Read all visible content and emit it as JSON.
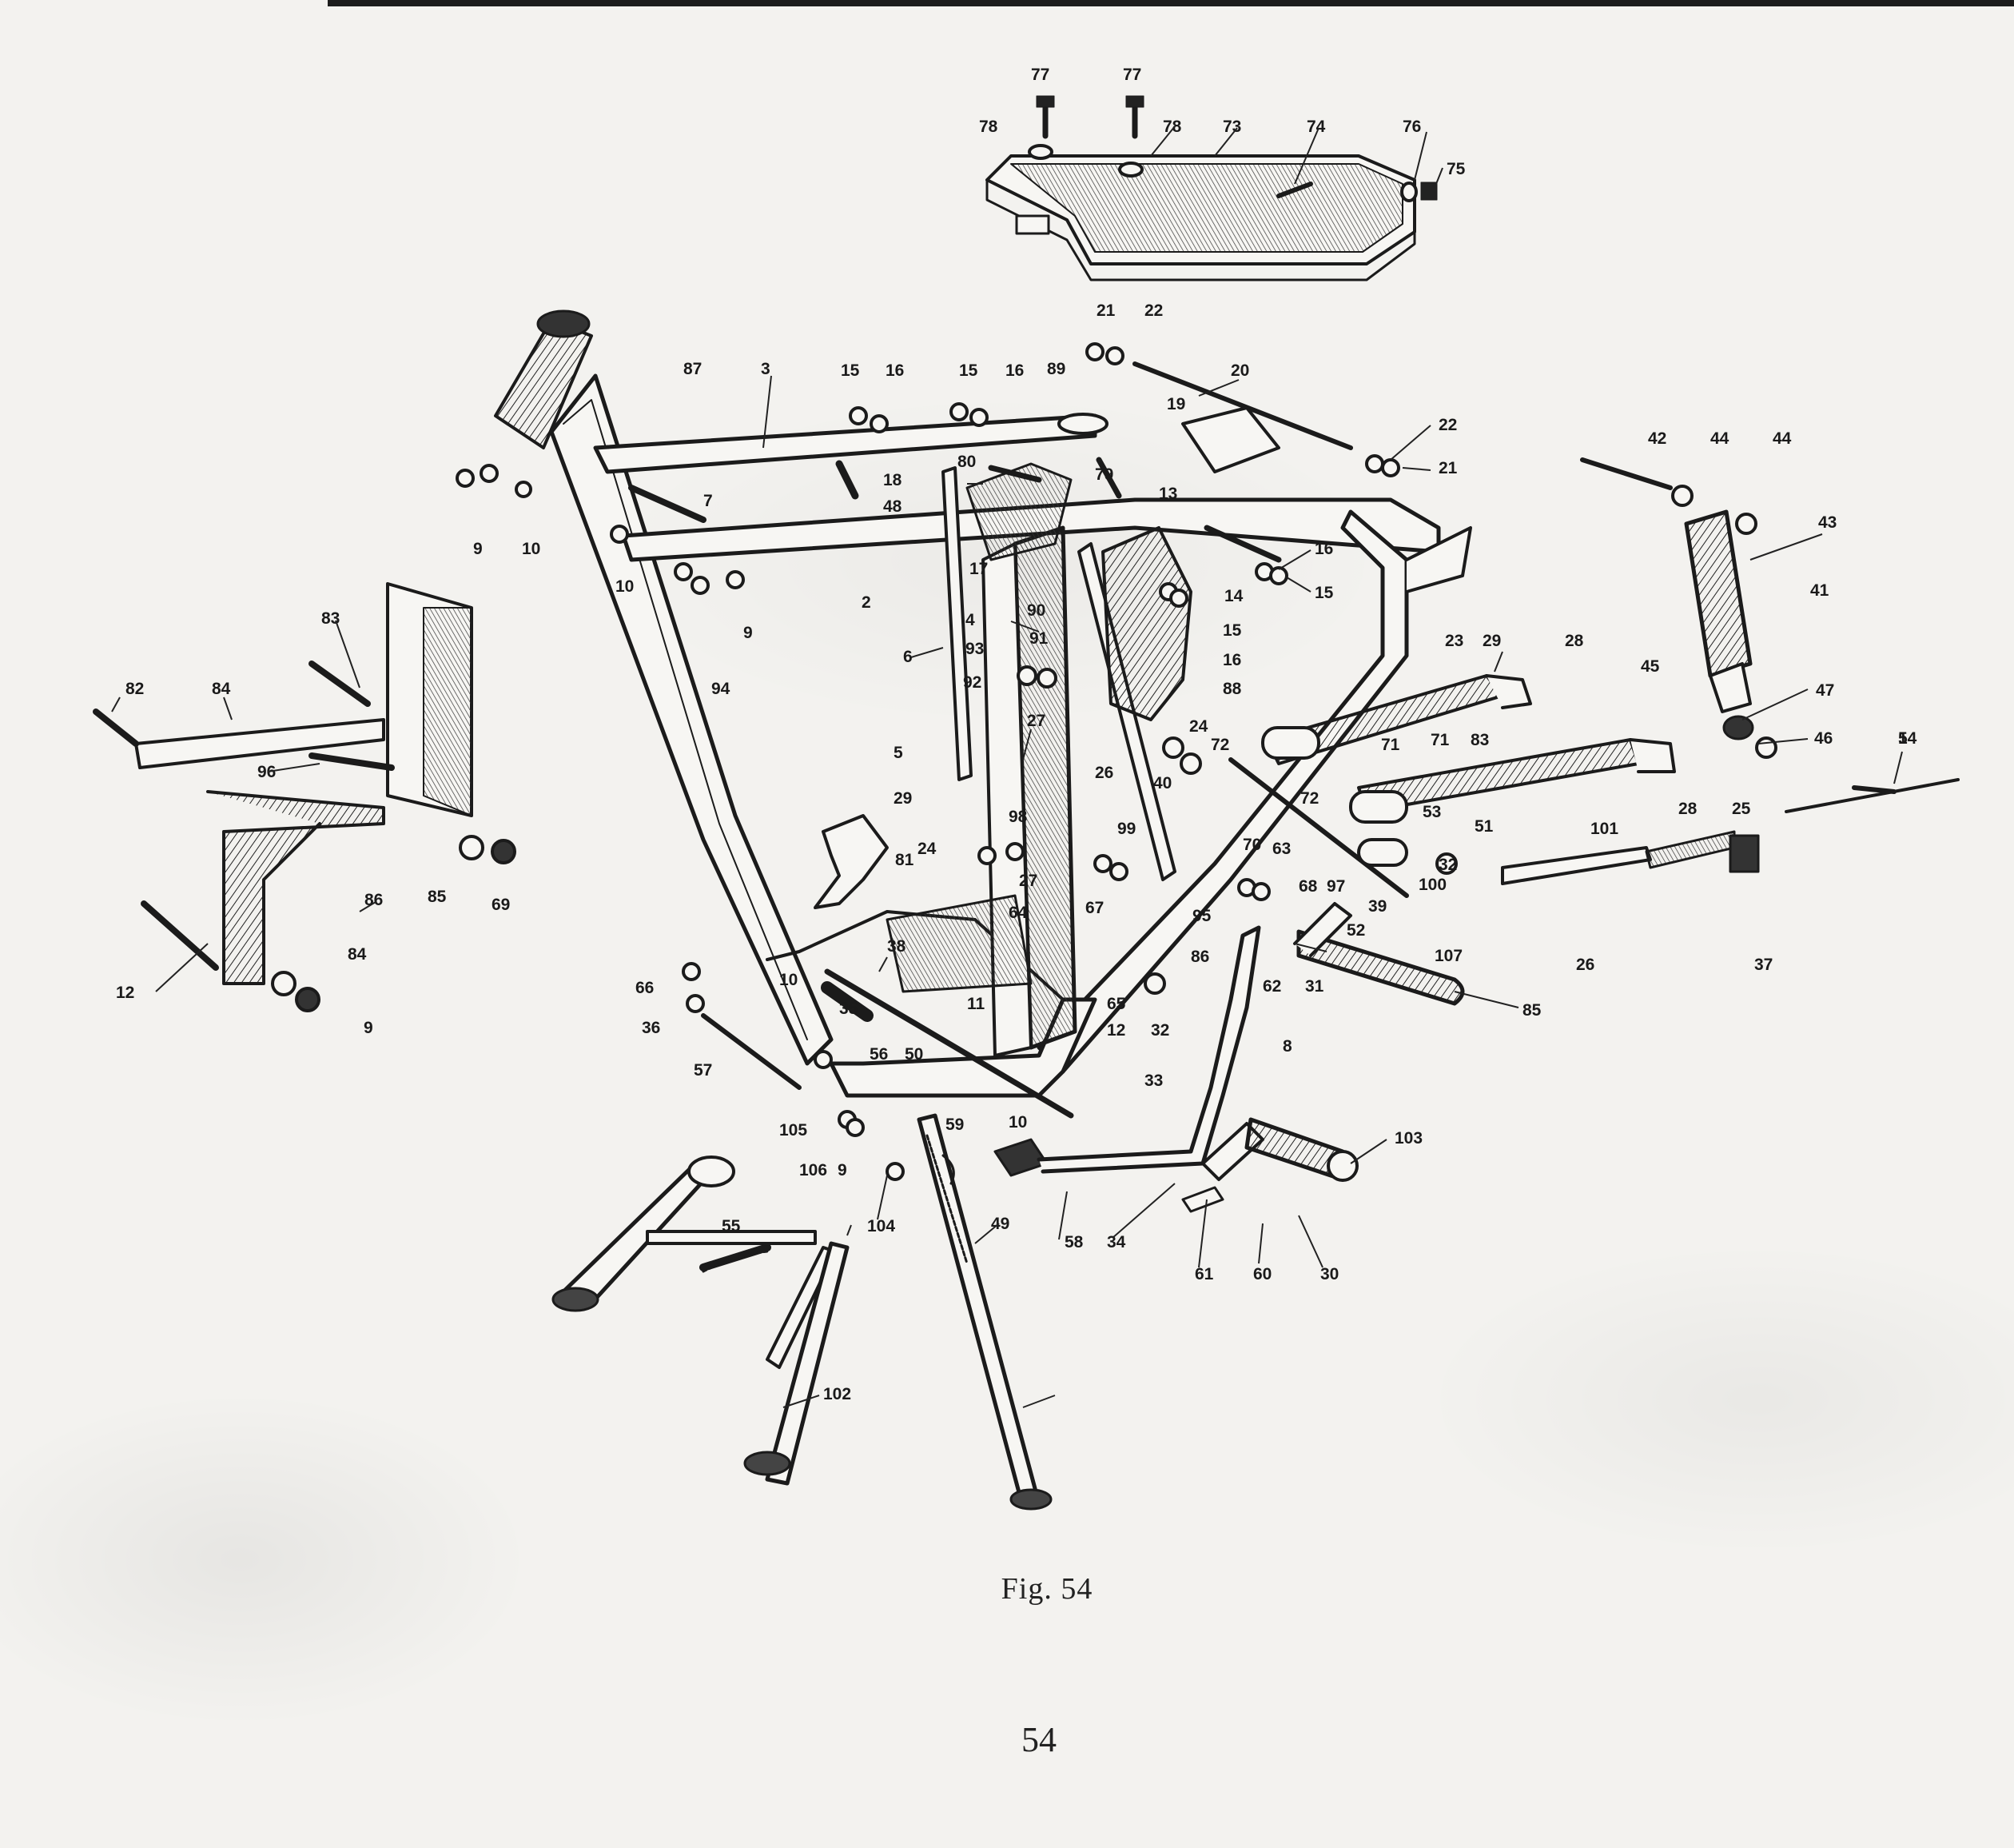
{
  "figure": {
    "caption": "Fig. 54",
    "page_number": "54"
  },
  "callouts": [
    {
      "id": "77a",
      "label": "77"
    },
    {
      "id": "77b",
      "label": "77"
    },
    {
      "id": "78a",
      "label": "78"
    },
    {
      "id": "78b",
      "label": "78"
    },
    {
      "id": "73",
      "label": "73"
    },
    {
      "id": "74",
      "label": "74"
    },
    {
      "id": "76",
      "label": "76"
    },
    {
      "id": "75",
      "label": "75"
    },
    {
      "id": "21a",
      "label": "21"
    },
    {
      "id": "22a",
      "label": "22"
    },
    {
      "id": "87",
      "label": "87"
    },
    {
      "id": "3",
      "label": "3"
    },
    {
      "id": "15a",
      "label": "15"
    },
    {
      "id": "16a",
      "label": "16"
    },
    {
      "id": "15b",
      "label": "15"
    },
    {
      "id": "16b",
      "label": "16"
    },
    {
      "id": "89",
      "label": "89"
    },
    {
      "id": "20",
      "label": "20"
    },
    {
      "id": "19",
      "label": "19"
    },
    {
      "id": "22b",
      "label": "22"
    },
    {
      "id": "21b",
      "label": "21"
    },
    {
      "id": "42",
      "label": "42"
    },
    {
      "id": "44a",
      "label": "44"
    },
    {
      "id": "44b",
      "label": "44"
    },
    {
      "id": "43",
      "label": "43"
    },
    {
      "id": "18",
      "label": "18"
    },
    {
      "id": "80",
      "label": "80"
    },
    {
      "id": "79",
      "label": "79"
    },
    {
      "id": "48",
      "label": "48"
    },
    {
      "id": "13",
      "label": "13"
    },
    {
      "id": "7",
      "label": "7"
    },
    {
      "id": "9a",
      "label": "9"
    },
    {
      "id": "10a",
      "label": "10"
    },
    {
      "id": "10b",
      "label": "10"
    },
    {
      "id": "17",
      "label": "17"
    },
    {
      "id": "2",
      "label": "2"
    },
    {
      "id": "16c",
      "label": "16"
    },
    {
      "id": "15c",
      "label": "15"
    },
    {
      "id": "14",
      "label": "14"
    },
    {
      "id": "9b",
      "label": "9"
    },
    {
      "id": "90",
      "label": "90"
    },
    {
      "id": "4",
      "label": "4"
    },
    {
      "id": "15d",
      "label": "15"
    },
    {
      "id": "16d",
      "label": "16"
    },
    {
      "id": "41",
      "label": "41"
    },
    {
      "id": "91",
      "label": "91"
    },
    {
      "id": "93",
      "label": "93"
    },
    {
      "id": "92",
      "label": "92"
    },
    {
      "id": "6",
      "label": "6"
    },
    {
      "id": "23",
      "label": "23"
    },
    {
      "id": "29a",
      "label": "29"
    },
    {
      "id": "28a",
      "label": "28"
    },
    {
      "id": "45",
      "label": "45"
    },
    {
      "id": "88",
      "label": "88"
    },
    {
      "id": "47",
      "label": "47"
    },
    {
      "id": "46",
      "label": "46"
    },
    {
      "id": "54",
      "label": "54"
    },
    {
      "id": "1",
      "label": "1"
    },
    {
      "id": "94",
      "label": "94"
    },
    {
      "id": "27a",
      "label": "27"
    },
    {
      "id": "24a",
      "label": "24"
    },
    {
      "id": "72a",
      "label": "72"
    },
    {
      "id": "71a",
      "label": "71"
    },
    {
      "id": "71b",
      "label": "71"
    },
    {
      "id": "83a",
      "label": "83"
    },
    {
      "id": "83b",
      "label": "83"
    },
    {
      "id": "82",
      "label": "82"
    },
    {
      "id": "84a",
      "label": "84"
    },
    {
      "id": "96",
      "label": "96"
    },
    {
      "id": "5",
      "label": "5"
    },
    {
      "id": "26a",
      "label": "26"
    },
    {
      "id": "40",
      "label": "40"
    },
    {
      "id": "29b",
      "label": "29"
    },
    {
      "id": "28b",
      "label": "28"
    },
    {
      "id": "25",
      "label": "25"
    },
    {
      "id": "72b",
      "label": "72"
    },
    {
      "id": "53",
      "label": "53"
    },
    {
      "id": "51",
      "label": "51"
    },
    {
      "id": "101",
      "label": "101"
    },
    {
      "id": "98",
      "label": "98"
    },
    {
      "id": "99",
      "label": "99"
    },
    {
      "id": "24b",
      "label": "24"
    },
    {
      "id": "32a",
      "label": "32"
    },
    {
      "id": "81",
      "label": "81"
    },
    {
      "id": "86a",
      "label": "86"
    },
    {
      "id": "85a",
      "label": "85"
    },
    {
      "id": "69",
      "label": "69"
    },
    {
      "id": "70",
      "label": "70"
    },
    {
      "id": "63",
      "label": "63"
    },
    {
      "id": "68",
      "label": "68"
    },
    {
      "id": "97",
      "label": "97"
    },
    {
      "id": "27b",
      "label": "27"
    },
    {
      "id": "100",
      "label": "100"
    },
    {
      "id": "67",
      "label": "67"
    },
    {
      "id": "39",
      "label": "39"
    },
    {
      "id": "95",
      "label": "95"
    },
    {
      "id": "64",
      "label": "64"
    },
    {
      "id": "52",
      "label": "52"
    },
    {
      "id": "26b",
      "label": "26"
    },
    {
      "id": "107",
      "label": "107"
    },
    {
      "id": "37",
      "label": "37"
    },
    {
      "id": "38",
      "label": "38"
    },
    {
      "id": "86b",
      "label": "86"
    },
    {
      "id": "84b",
      "label": "84"
    },
    {
      "id": "12a",
      "label": "12"
    },
    {
      "id": "10c",
      "label": "10"
    },
    {
      "id": "66",
      "label": "66"
    },
    {
      "id": "62",
      "label": "62"
    },
    {
      "id": "31",
      "label": "31"
    },
    {
      "id": "11",
      "label": "11"
    },
    {
      "id": "35",
      "label": "35"
    },
    {
      "id": "65",
      "label": "65"
    },
    {
      "id": "85b",
      "label": "85"
    },
    {
      "id": "9c",
      "label": "9"
    },
    {
      "id": "36",
      "label": "36"
    },
    {
      "id": "32b",
      "label": "32"
    },
    {
      "id": "12b",
      "label": "12"
    },
    {
      "id": "56",
      "label": "56"
    },
    {
      "id": "50",
      "label": "50"
    },
    {
      "id": "8",
      "label": "8"
    },
    {
      "id": "57",
      "label": "57"
    },
    {
      "id": "33",
      "label": "33"
    },
    {
      "id": "10d",
      "label": "10"
    },
    {
      "id": "105",
      "label": "105"
    },
    {
      "id": "59",
      "label": "59"
    },
    {
      "id": "103",
      "label": "103"
    },
    {
      "id": "9d",
      "label": "9"
    },
    {
      "id": "106",
      "label": "106"
    },
    {
      "id": "104",
      "label": "104"
    },
    {
      "id": "49",
      "label": "49"
    },
    {
      "id": "58",
      "label": "58"
    },
    {
      "id": "34",
      "label": "34"
    },
    {
      "id": "55",
      "label": "55"
    },
    {
      "id": "61",
      "label": "61"
    },
    {
      "id": "60",
      "label": "60"
    },
    {
      "id": "30",
      "label": "30"
    },
    {
      "id": "102",
      "label": "102"
    }
  ]
}
